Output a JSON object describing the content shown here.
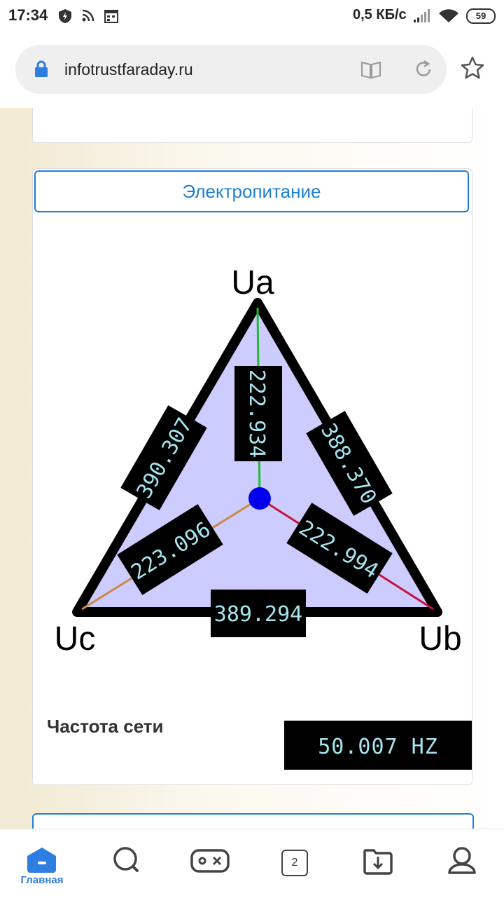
{
  "status_bar": {
    "time": "17:34",
    "speed": "0,5 КБ/с",
    "battery": "59",
    "icons": [
      "shield-icon",
      "rss-icon",
      "calendar-icon",
      "signal-icon",
      "wifi-icon",
      "battery-icon"
    ]
  },
  "browser": {
    "url": "infotrustfaraday.ru",
    "icons": [
      "lock-icon",
      "reader-icon",
      "reload-icon",
      "star-icon"
    ]
  },
  "power_card": {
    "header": "Электропитание",
    "vertices": {
      "a": "Ua",
      "b": "Ub",
      "c": "Uc"
    },
    "phase_voltages": {
      "ua": "222.934",
      "ub": "222.994",
      "uc": "223.096"
    },
    "line_voltages": {
      "ab": "388.370",
      "ca": "390.307",
      "bc": "389.294"
    },
    "frequency_label": "Частота сети",
    "frequency_value": "50.007 HZ",
    "colors": {
      "triangle_fill": "#ccccff",
      "neutral_dot": "#0000ee",
      "line_a": "#22bb33",
      "line_b": "#c8113c",
      "line_c": "#cc8844",
      "display_text": "#a6e4ee",
      "header_text": "#1e7fd3"
    }
  },
  "bottom_nav": {
    "items": [
      {
        "label": "Главная",
        "icon": "home-icon"
      },
      {
        "label": "",
        "icon": "search-icon"
      },
      {
        "label": "",
        "icon": "games-icon"
      },
      {
        "label": "",
        "icon": "tabs-icon"
      },
      {
        "label": "",
        "icon": "downloads-icon"
      },
      {
        "label": "",
        "icon": "profile-icon"
      }
    ],
    "tab_count": "2"
  }
}
